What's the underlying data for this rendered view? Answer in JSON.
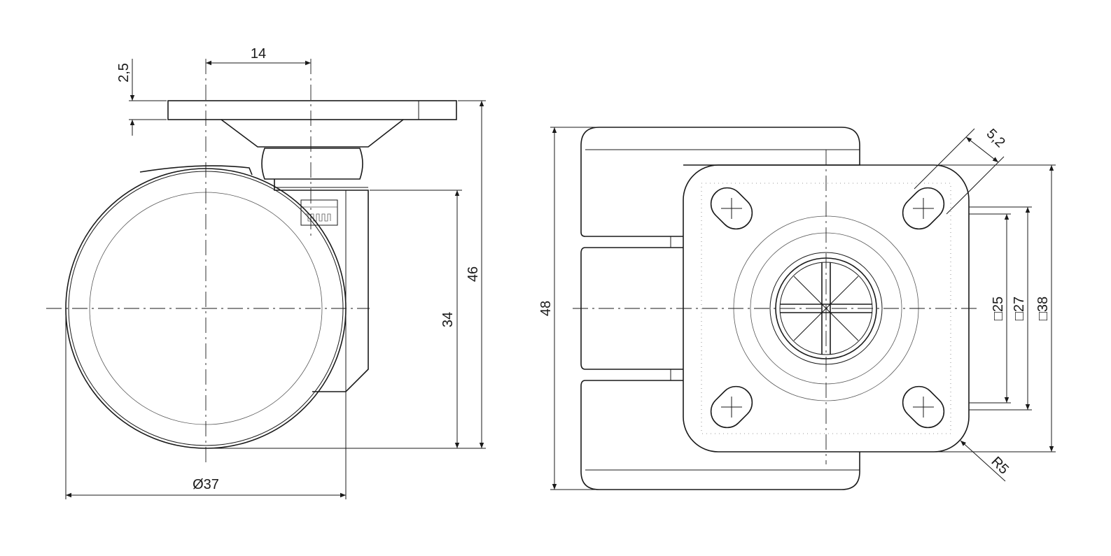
{
  "drawing": {
    "side_view": {
      "dim_plate_thickness": "2,5",
      "dim_stem_offset": "14",
      "dim_total_height": "46",
      "dim_axle_height": "34",
      "dim_wheel_diameter": "Ø37"
    },
    "top_view": {
      "dim_width": "48",
      "dim_hole_size": "5,2",
      "dim_square_25": "□25",
      "dim_square_27": "□27",
      "dim_square_38": "□38",
      "dim_corner_radius": "R5"
    }
  }
}
